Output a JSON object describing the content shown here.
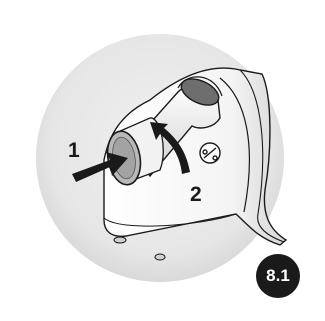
{
  "figure": {
    "step_one_label": "1",
    "step_two_label": "2",
    "badge_label": "8.1",
    "badge_color": "#1a1a1a",
    "backdrop_color": "#e9e9e9",
    "line_color": "#1a1a1a",
    "shade_color": "#cfcfcf"
  }
}
